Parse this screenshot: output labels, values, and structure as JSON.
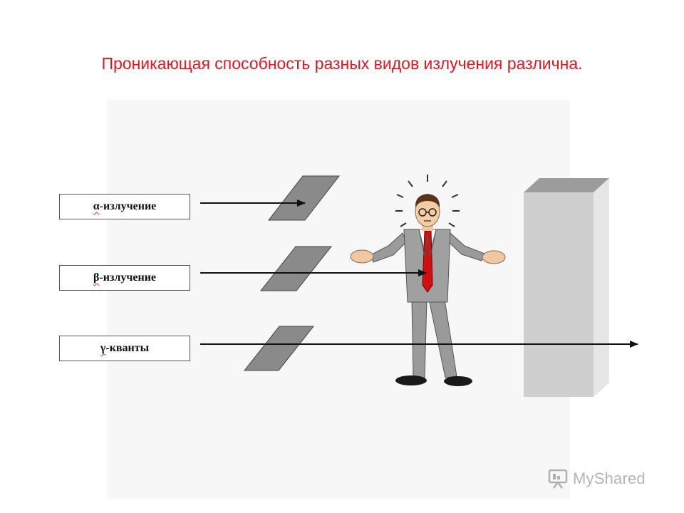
{
  "slide": {
    "title": "Проникающая способность разных видов излучения различна."
  },
  "labels": [
    {
      "symbol": "α",
      "rest": "-излучение"
    },
    {
      "symbol": "β",
      "rest": "-излучение"
    },
    {
      "symbol": "γ",
      "rest": "-кванты"
    }
  ],
  "watermark": {
    "text": "MyShared",
    "icon": "presentation-board-icon"
  },
  "colors": {
    "title": "#e8141e",
    "plate": "#8a8a8a",
    "wall": "#cfcfcf",
    "tie": "#d01010",
    "suit": "#9a9a9a"
  }
}
